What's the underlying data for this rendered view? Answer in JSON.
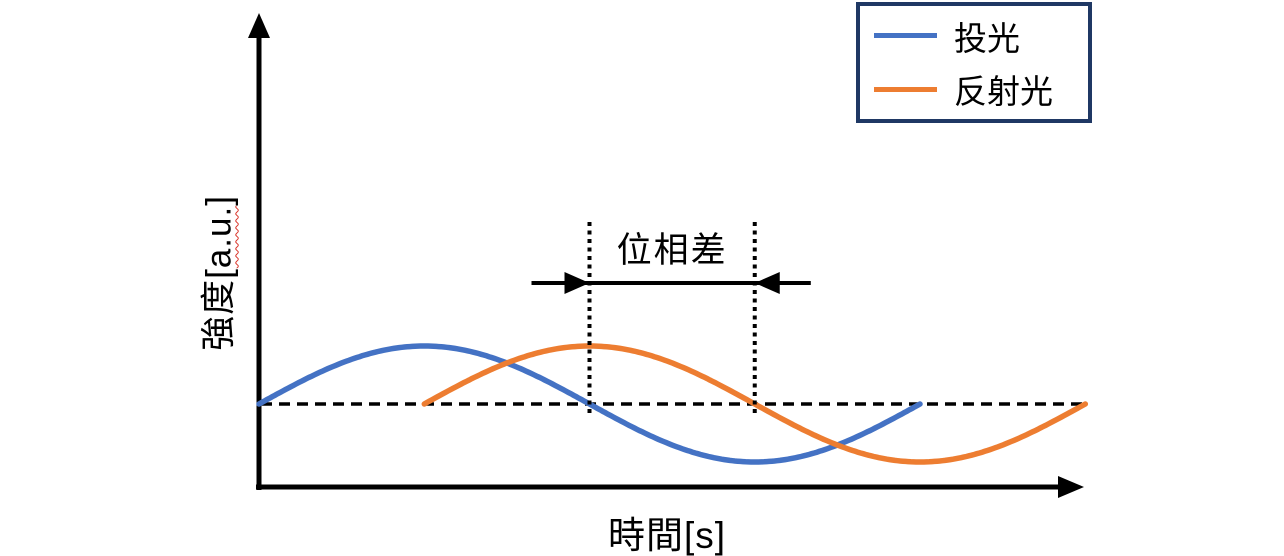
{
  "chart_data": {
    "type": "line",
    "title": "",
    "xlabel": "時間[s]",
    "ylabel": "強度[a.u.]",
    "ylabel_parts": {
      "prefix": "強度[",
      "unit": "a.u.",
      "suffix": "]"
    },
    "axes": {
      "x_ticks": [],
      "y_ticks": [],
      "grid": false,
      "baseline_value": 0,
      "baseline_style": "dashed",
      "axis_color": "#000000"
    },
    "series": [
      {
        "name": "投光",
        "shape": "sine",
        "color": "#4472C4",
        "amplitude": 1,
        "period": 1,
        "phase": 0,
        "t_start": 0,
        "t_end": 1.0
      },
      {
        "name": "反射光",
        "shape": "sine",
        "color": "#ED7D31",
        "amplitude": 1,
        "period": 1,
        "phase": 0.25,
        "t_start": 0.25,
        "t_end": 1.25
      }
    ],
    "legend": {
      "position": "top-right",
      "border_color": "#1F3864"
    },
    "annotation": {
      "label": "位相差",
      "t_from": 0.5,
      "t_to": 0.75
    }
  }
}
